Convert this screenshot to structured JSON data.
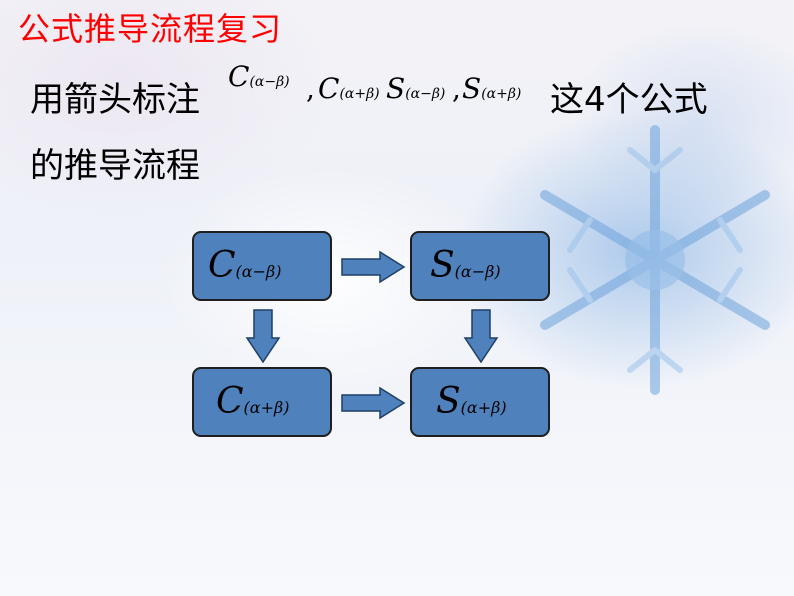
{
  "slide": {
    "title": "公式推导流程复习",
    "instruction_line1": "用箭头标注",
    "instruction_tail": "这4个公式",
    "instruction_line2": "的推导流程",
    "separator": ","
  },
  "formulas": {
    "c_minus": {
      "symbol": "C",
      "subscript": "(α−β)"
    },
    "c_plus": {
      "symbol": "C",
      "subscript": "(α+β)"
    },
    "s_minus": {
      "symbol": "S",
      "subscript": "(α−β)"
    },
    "s_plus": {
      "symbol": "S",
      "subscript": "(α+β)"
    }
  },
  "diagram": {
    "arrow_direction_top": "right",
    "arrow_direction_bottom": "right",
    "arrow_direction_left": "down",
    "arrow_direction_right": "down"
  },
  "colors": {
    "title": "#ff0000",
    "box_fill": "#4f81bd",
    "box_border": "#1f1f1f",
    "arrow_fill": "#4f81bd"
  }
}
